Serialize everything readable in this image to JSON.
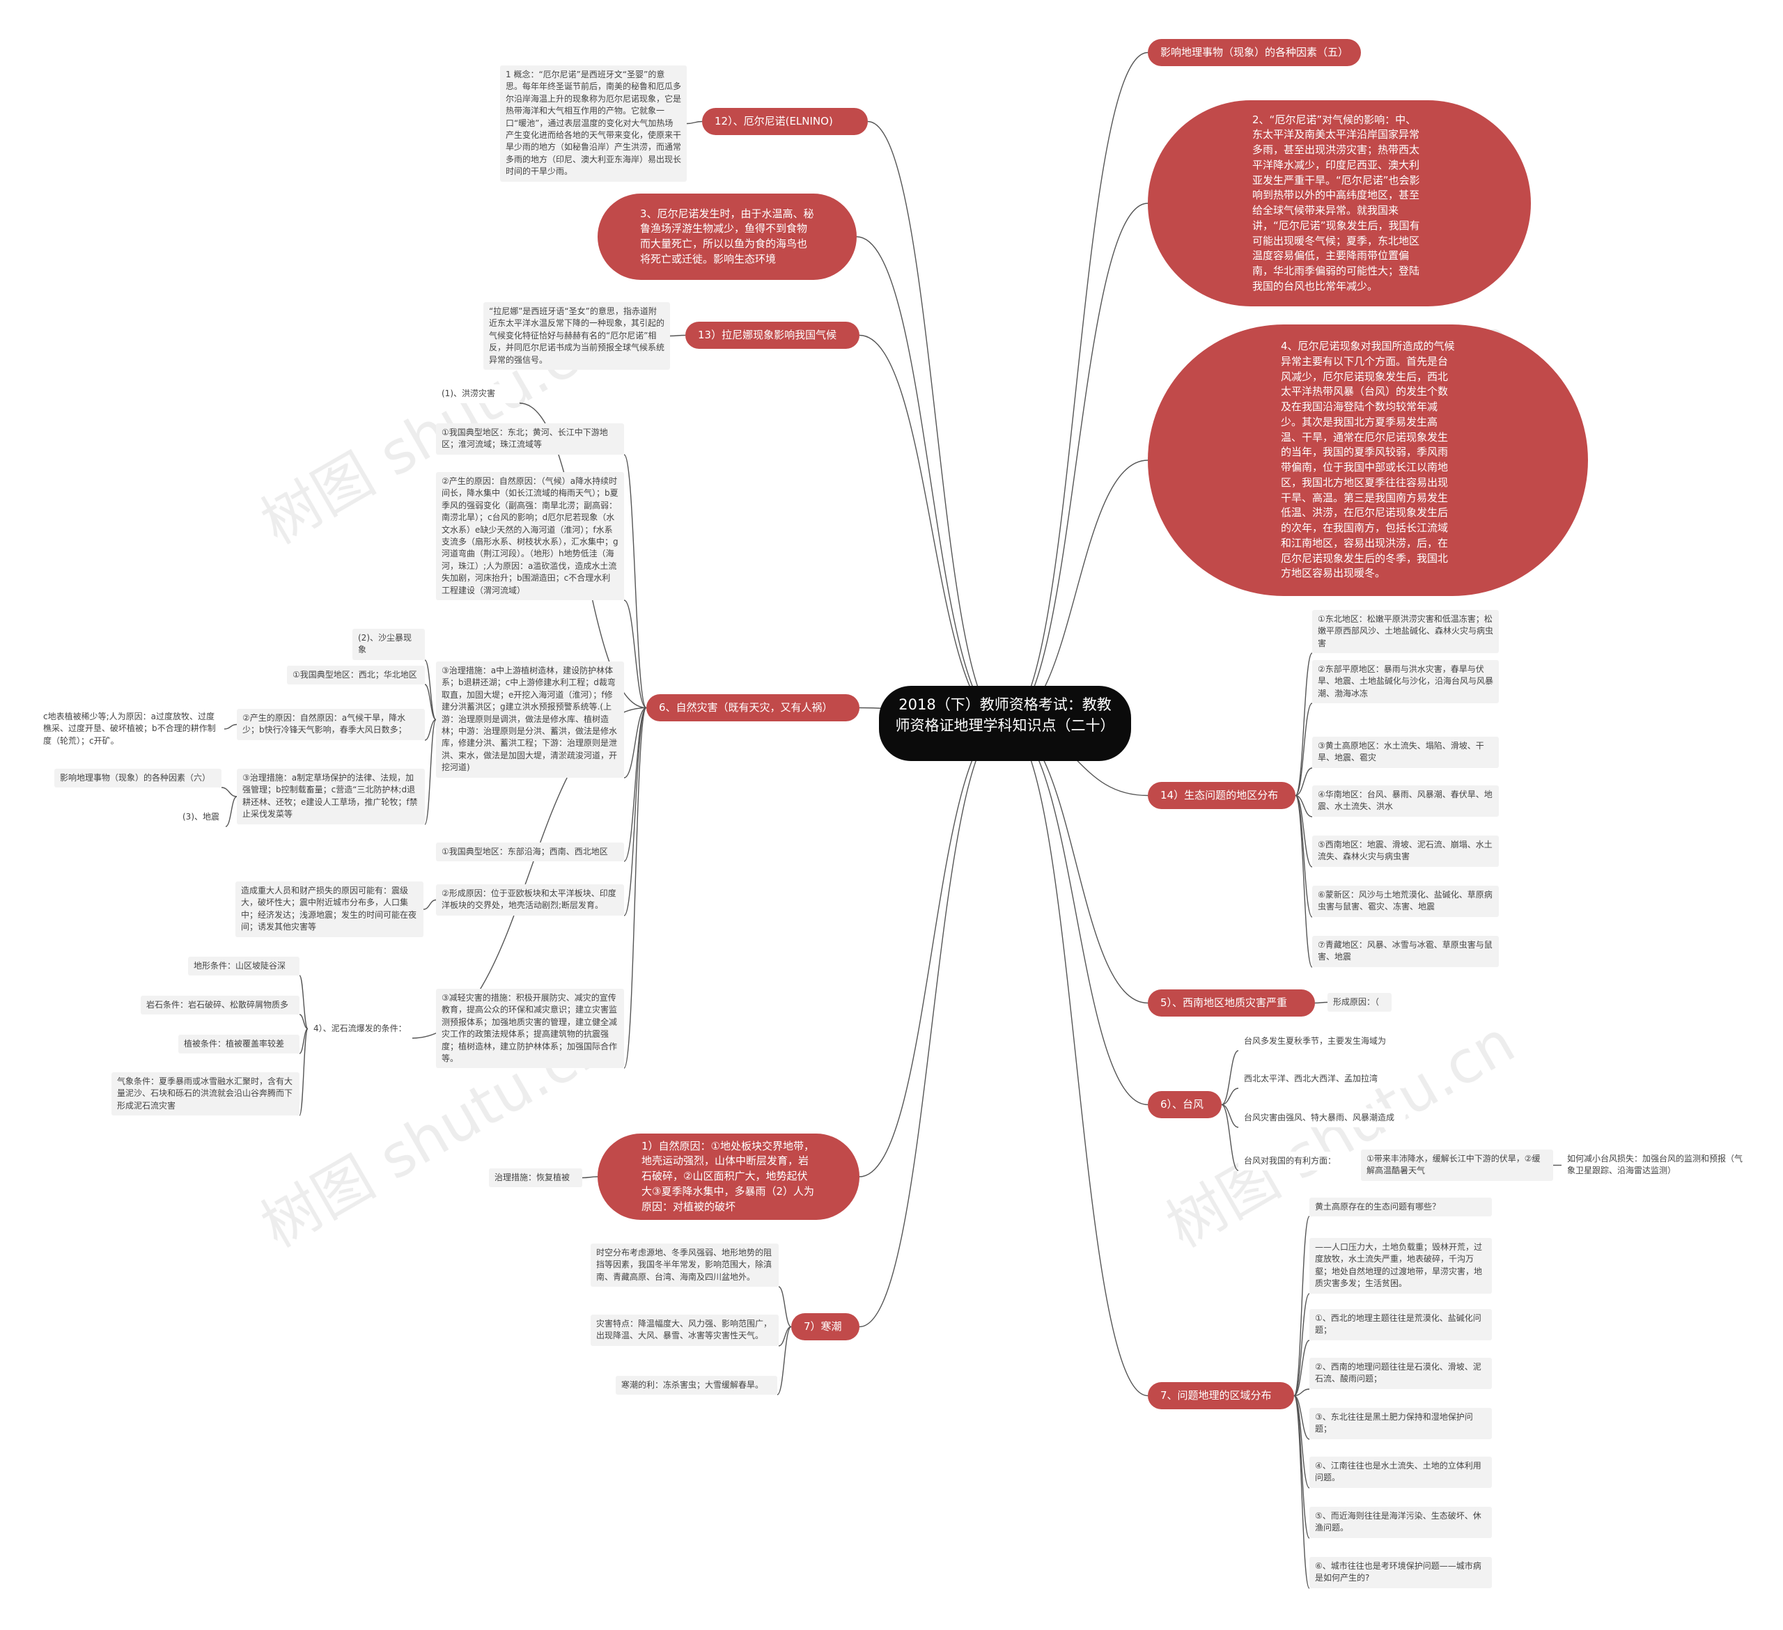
{
  "root": {
    "title": "2018（下）教师资格考试：教教师资格证地理学科知识点（二十）"
  },
  "watermark": "树图 shutu.cn",
  "nodes": {
    "r1": "影响地理事物（现象）的各种因素（五）",
    "r2": "2、“厄尔尼诺”对气候的影响：中、东太平洋及南美太平洋沿岸国家异常多雨，甚至出现洪涝灾害；热带西太平洋降水减少，印度尼西亚、澳大利亚发生严重干旱。“厄尔尼诺”也会影响到热带以外的中高纬度地区，甚至给全球气候带来异常。就我国来讲，“厄尔尼诺”现象发生后，我国有可能出现暖冬气候；夏季，东北地区温度容易偏低，主要降雨带位置偏南，华北雨季偏弱的可能性大；登陆我国的台风也比常年减少。",
    "r3": "4、厄尔尼诺现象对我国所造成的气候异常主要有以下几个方面。首先是台风减少，厄尔尼诺现象发生后，西北太平洋热带风暴（台风）的发生个数及在我国沿海登陆个数均较常年减少。其次是我国北方夏季易发生高温、干旱，通常在厄尔尼诺现象发生的当年，我国的夏季风较弱，季风雨带偏南，位于我国中部或长江以南地区，我国北方地区夏季往往容易出现干旱、高温。第三是我国南方易发生低温、洪涝，在厄尔尼诺现象发生后的次年，在我国南方，包括长江流域和江南地区，容易出现洪涝，后，在厄尔尼诺现象发生后的冬季，我国北方地区容易出现暖冬。",
    "r4": "14）生态问题的地区分布",
    "r4_items": [
      "①东北地区：松嫩平原洪涝灾害和低温冻害；松嫩平原西部风沙、土地盐碱化、森林火灾与病虫害",
      "②东部平原地区：暴雨与洪水灾害，春旱与伏旱、地震、土地盐碱化与沙化，沿海台风与风暴潮、渤海冰冻",
      "③黄土高原地区：水土流失、塌陷、滑坡、干旱、地震、雹灾",
      "④华南地区：台风、暴雨、风暴潮、春伏旱、地震、水土流失、洪水",
      "⑤西南地区：地震、滑坡、泥石流、崩塌、水土流失、森林火灾与病虫害",
      "⑥蒙新区：风沙与土地荒漠化、盐碱化、草原病虫害与鼠害、雹灾、冻害、地震",
      "⑦青藏地区：风暴、冰雪与冰雹、草原虫害与鼠害、地震"
    ],
    "r5": "5）、西南地区地质灾害严重",
    "r5_item": "形成原因：（",
    "r6": "6）、台风",
    "r6_items": [
      "台风多发生夏秋季节，主要发生海域为",
      "西北太平洋、西北大西洋、孟加拉湾",
      "台风灾害由强风、特大暴雨、风暴潮造成",
      "台风对我国的有利方面："
    ],
    "r6_sub": "①带来丰沛降水，缓解长江中下游的伏旱，②缓解高温酷暑天气",
    "r6_sub2": "如何减小台风损失：加强台风的监测和预报（气象卫星跟踪、沿海雷达监测）",
    "r7": "7、问题地理的区域分布",
    "r7_items": [
      "黄土高原存在的生态问题有哪些？",
      "——人口压力大，土地负载重；毁林开荒，过度放牧，水土流失严重，地表破碎，千沟万壑；地处自然地理的过渡地带，旱涝灾害，地质灾害多发；生活贫困。",
      "①、西北的地理主题往往是荒漠化、盐碱化问题；",
      "②、西南的地理问题往往是石漠化、滑坡、泥石流、酸雨问题；",
      "③、东北往往是黑土肥力保持和湿地保护问题；",
      "④、江南往往也是水土流失、土地的立体利用问题。",
      "⑤、而近海则往往是海洋污染、生态破坏、休渔问题。",
      "⑥、城市往往也是考环境保护问题——城市病是如何产生的?"
    ],
    "l1": "12）、厄尔尼诺(ELNINO)",
    "l1_item": "1 概念：“厄尔尼诺”是西班牙文“圣婴”的意思。每年年终圣诞节前后，南美的秘鲁和厄瓜多尔沿岸海温上升的现象称为厄尔尼诺现象，它是热带海洋和大气相互作用的产物。它就象一口“暖池”，通过表层温度的变化对大气加热场产生变化进而给各地的天气带来变化，使原来干旱少雨的地方（如秘鲁沿岸）产生洪涝，而通常多雨的地方（印尼、澳大利亚东海岸）易出现长时间的干旱少雨。",
    "l2": "3、厄尔尼诺发生时，由于水温高、秘鲁渔场浮游生物减少，鱼得不到食物而大量死亡，所以以鱼为食的海鸟也将死亡或迁徙。影响生态环境",
    "l3": "13）拉尼娜现象影响我国气候",
    "l3_item": "“拉尼娜”是西班牙语“圣女”的意思，指赤道附近东太平洋水温反常下降的一种现象，其引起的气候变化特征恰好与赫赫有名的“厄尔尼诺”相反，并同厄尔尼诺书成为当前预报全球气候系统异常的强信号。",
    "l4": "6、自然灾害（既有天灾，又有人祸）",
    "l4_items": [
      "(1)、洪涝灾害",
      "①我国典型地区：东北；黄河、长江中下游地区；淮河流域；珠江流域等",
      "②产生的原因：自然原因：（气候）a降水持续时间长，降水集中（如长江流域的梅雨天气）；b夏季风的强弱变化（副高强：南旱北涝；副高弱：南涝北旱）；c台风的影响；d厄尔尼若现象（水文水系）e缺少天然的入海河道（淮河）；f水系支流多（扇形水系、树枝状水系），汇水集中；g河道弯曲（荆江河段）。（地形）h地势低洼（海河，珠江）;人为原因：a滥砍滥伐，造成水土流失加剧，河床抬升；b围湖造田；c不合理水利工程建设（渭河流域）",
      "③治理措施：a中上游植树造林，建设防护林体系；b退耕还湖；c中上游修建水利工程；d裁弯取直，加固大堤；e开挖入海河道（淮河）；f修建分洪蓄洪区；g建立洪水预报预警系统等.(上游：治理原则是调洪，做法是修水库、植树造林；中游：治理原则是分洪、蓄洪，做法是修水库，修建分洪、蓄洪工程；下游：治理原则是泄洪、束水，做法是加固大堤，清淤疏浚河道，开挖河道)",
      "①我国典型地区：东部沿海；西南、西北地区",
      "②形成原因：位于亚欧板块和太平洋板块、印度洋板块的交界处，地壳活动剧烈;断层发育。",
      "③减轻灾害的措施：积极开展防灾、减灾的宣传教育，提高公众的环保和减灾意识；建立灾害监测预报体系；加强地质灾害的管理，建立健全减灾工作的政策法规体系；提高建筑物的抗震强度；植树造林，建立防护林体系；加强国际合作等。",
      "4）、泥石流爆发的条件："
    ],
    "l4_sand": "(2)、沙尘暴现象",
    "l4_sand_items": [
      "①我国典型地区：西北；华北地区",
      "②产生的原因：自然原因：a气候干旱，降水少；b快行冷锋天气影响，春季大风日数多；",
      "③治理措施：a制定草场保护的法律、法规，加强管理；b控制载畜量；c营造“三北防护林;d退耕还林、还牧；e建设人工草场，推广轮牧；f禁止采伐发菜等"
    ],
    "l4_human": "c地表植被稀少等;人为原因：a过度放牧、过度樵采、过度开垦、破坏植被；b不合理的耕作制度（轮荒）；c开矿。",
    "l4_factor": "影响地理事物（现象）的各种因素（六）",
    "l4_quake": "(3)、地震",
    "l4_quake_loss": "造成重大人员和财产损失的原因可能有：震级大，破坏性大；震中附近城市分布多，人口集中；经济发达；浅源地震；发生的时间可能在夜间；诱发其他灾害等",
    "l4_debris_items": [
      "地形条件：山区坡陡谷深",
      "岩石条件：岩石破碎、松散碎屑物质多",
      "植被条件：植被覆盖率较差",
      "气象条件：夏季暴雨或冰雪融水汇聚时，含有大量泥沙、石块和砾石的洪流就会沿山谷奔腾而下形成泥石流灾害"
    ],
    "l5": "1）自然原因：①地处板块交界地带，地壳运动强烈，山体中断层发育，岩石破碎，②山区面积广大，地势起伏大③夏季降水集中，多暴雨（2）人为原因：对植被的破坏",
    "l5_item": "治理措施：恢复植被",
    "l6": "7）寒潮",
    "l6_items": [
      "时空分布考虑源地、冬季风强弱、地形地势的阻挡等因素，我国冬半年常发，影响范围大，除滇南、青藏高原、台湾、海南及四川盆地外。",
      "灾害特点：降温幅度大、风力强、影响范围广，出现降温、大风、暴雪、冰害等灾害性天气。",
      "寒潮的利：冻杀害虫；大雪缓解春旱。"
    ]
  }
}
